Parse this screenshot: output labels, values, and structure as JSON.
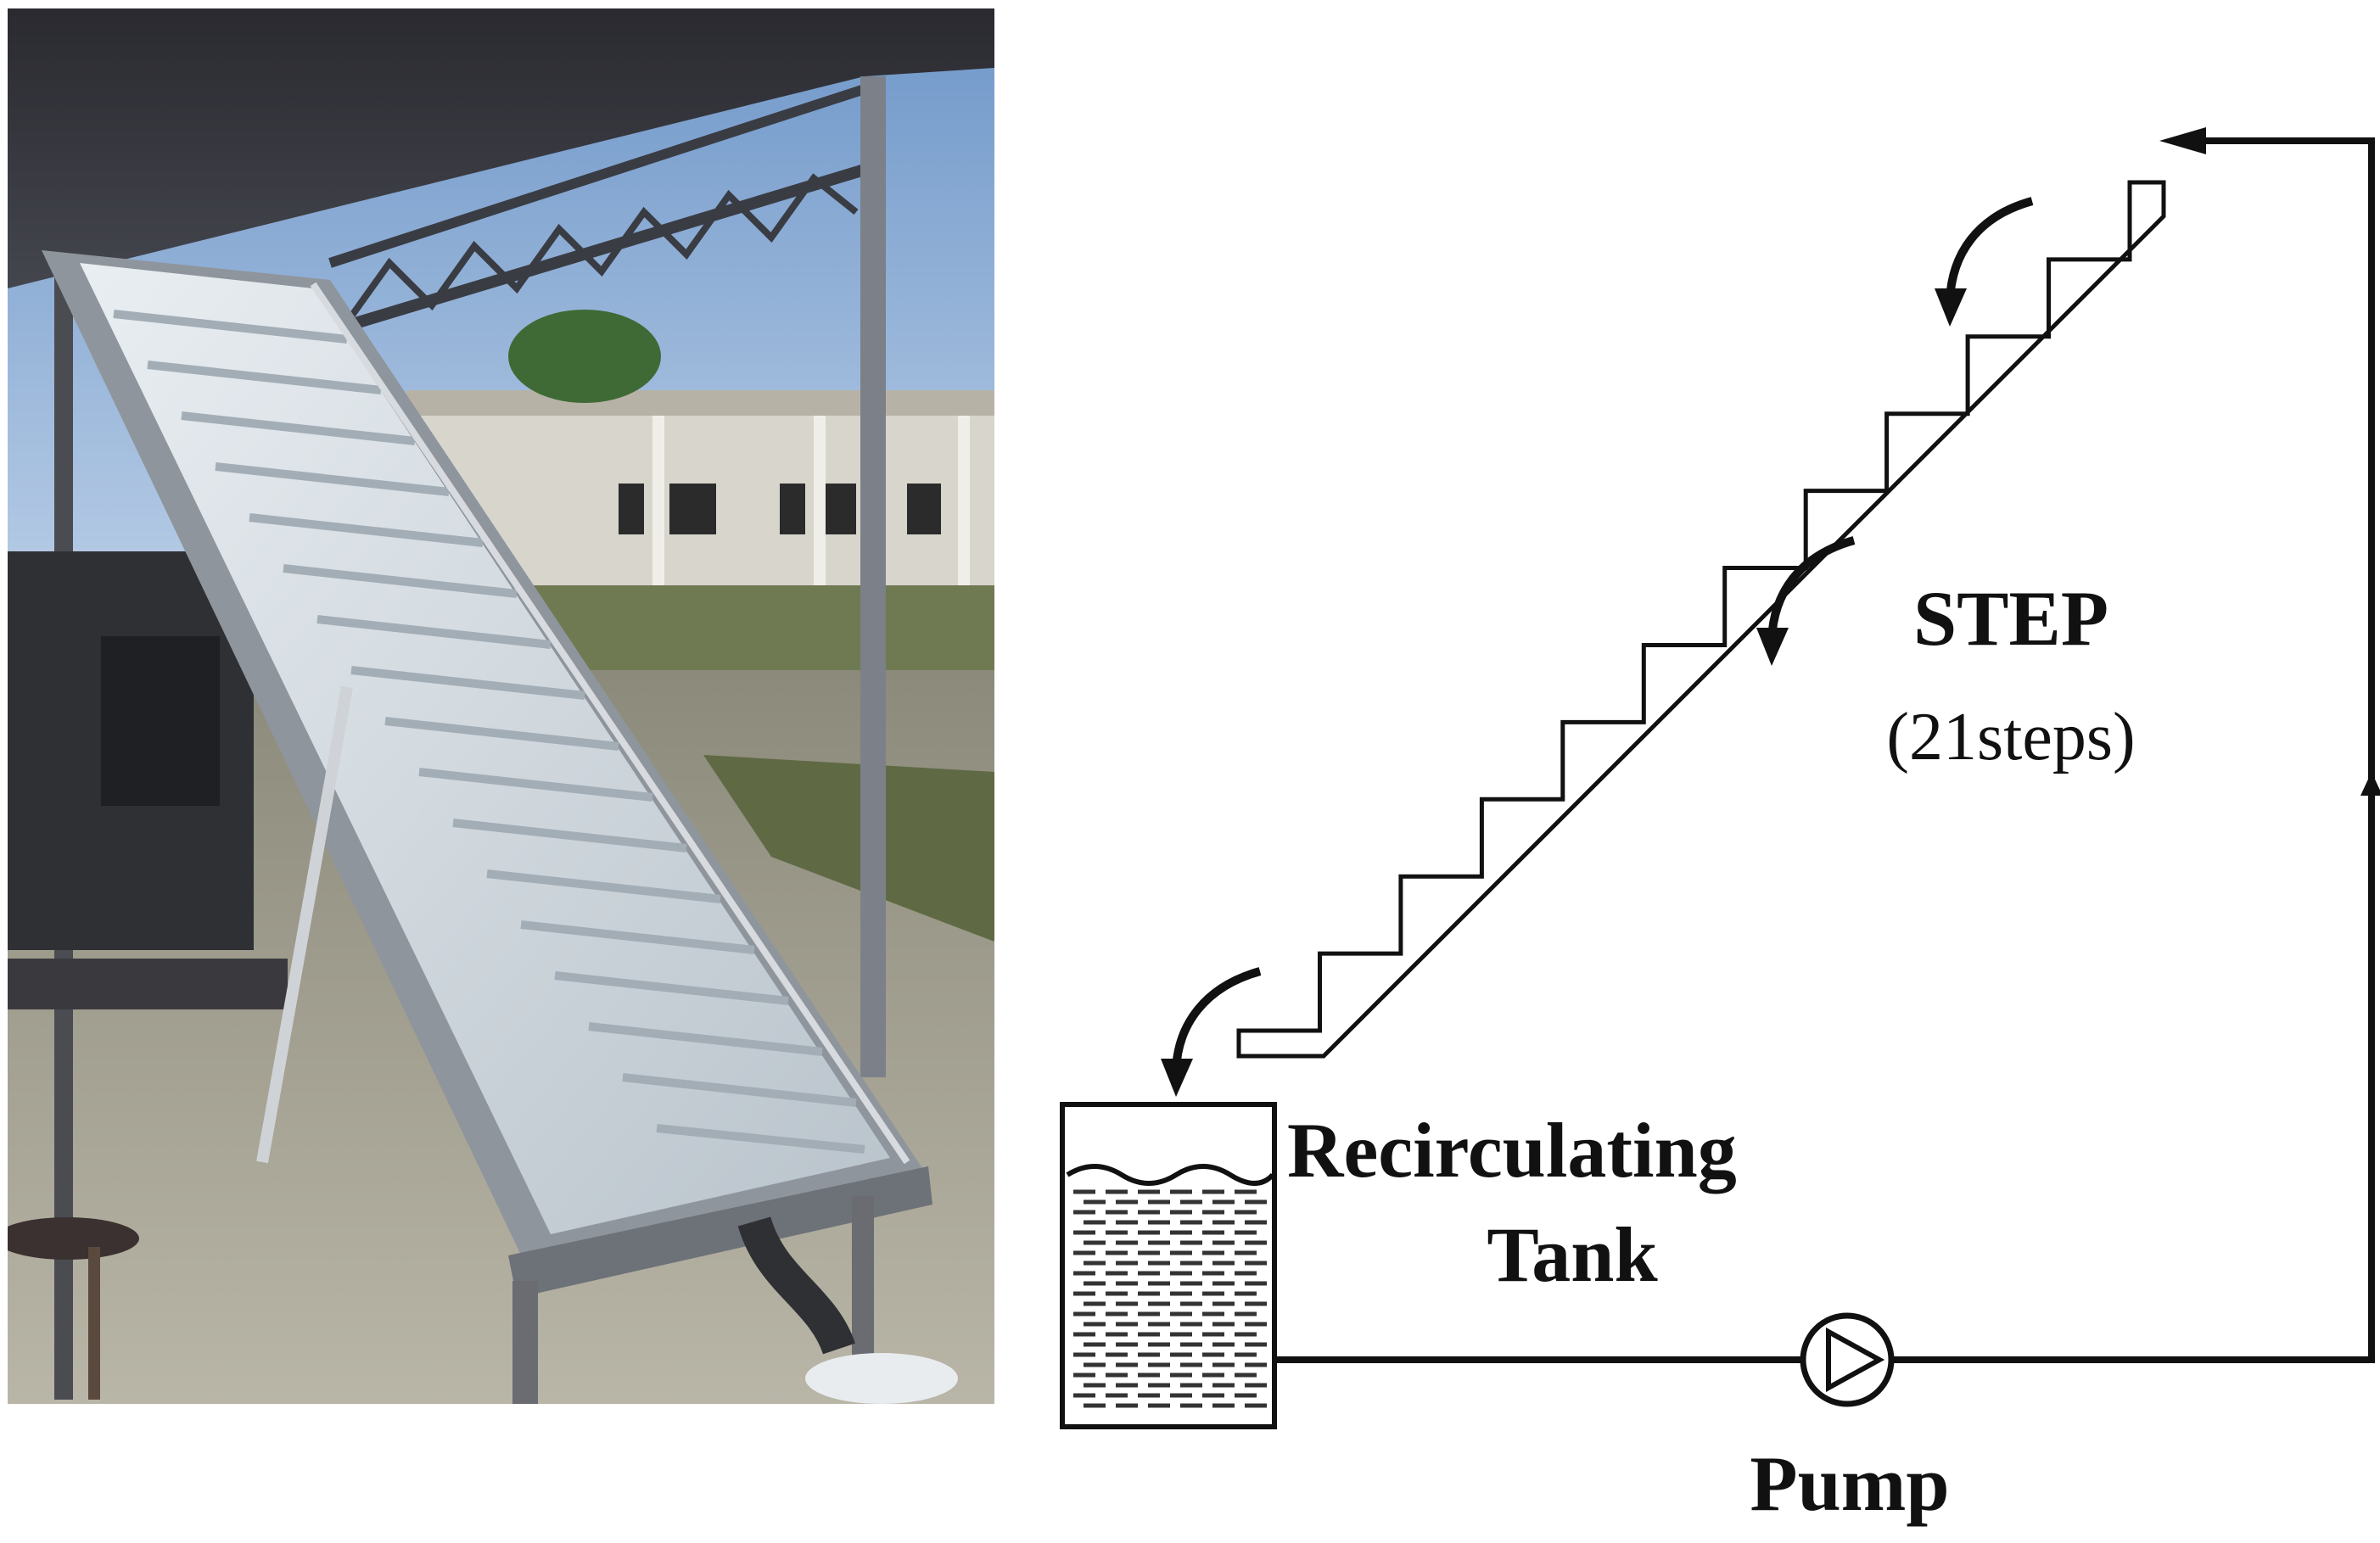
{
  "photo": {
    "subject": "stepped-cascade-photo"
  },
  "diagram": {
    "step_title": "STEP",
    "step_count": "(21steps)",
    "tank_line1": "Recirculating",
    "tank_line2": "Tank",
    "pump_label": "Pump",
    "colors": {
      "line": "#111111",
      "water": "#333333"
    }
  }
}
